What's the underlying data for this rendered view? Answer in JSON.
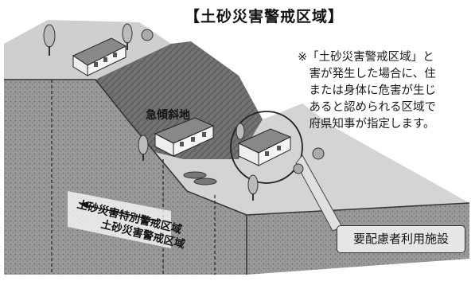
{
  "title": "【土砂災害警戒区域】",
  "note_lines": [
    "※「土砂災害警戒区域」と",
    "　害が発生した場合に、住",
    "　または身体に危害が生じ",
    "　あると認められる区域で",
    "　府県知事が指定します。"
  ],
  "labels": {
    "steep_slope": "急傾斜地",
    "special_zone": "土砂災害特別警戒区域",
    "warning_zone": "土砂災害警戒区域",
    "facility": "要配慮者利用施設"
  },
  "icons": {
    "houses": "house-icon",
    "trees": "tree-icon",
    "highlight": "circle-highlight"
  },
  "colors": {
    "soil_dark": "#5a5a5a",
    "soil_mid": "#8c8c8c",
    "ground_top": "#d0d0d0",
    "slope_face": "#6e6e6e",
    "box_fill": "#e6e6e6"
  }
}
